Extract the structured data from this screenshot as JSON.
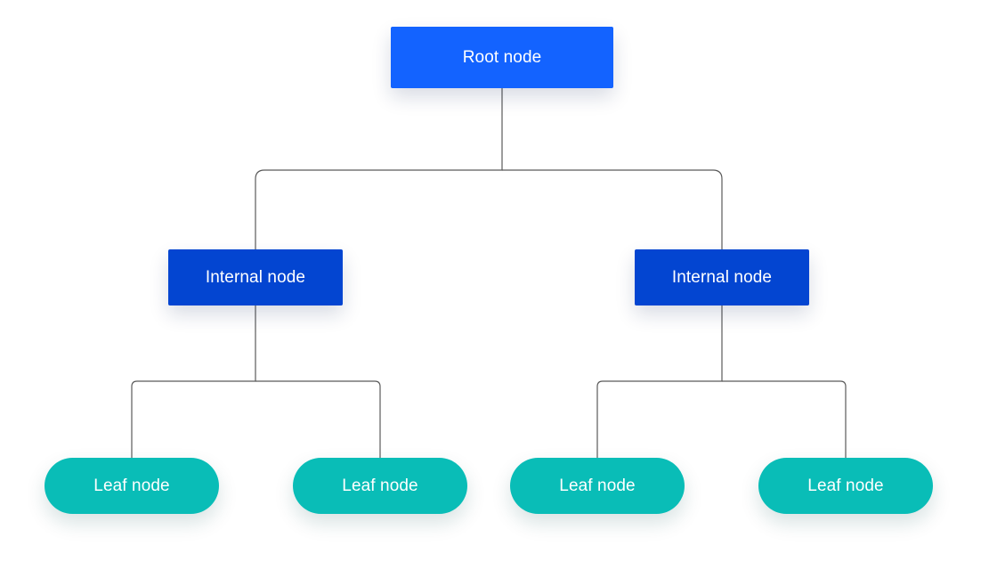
{
  "colors": {
    "root": "#1363ff",
    "internal": "#0345d1",
    "leaf": "#09bdb7",
    "edge": "#5a5a5a"
  },
  "tree": {
    "root": {
      "label": "Root node"
    },
    "internal": [
      {
        "label": "Internal node"
      },
      {
        "label": "Internal node"
      }
    ],
    "leaves": [
      {
        "label": "Leaf node"
      },
      {
        "label": "Leaf node"
      },
      {
        "label": "Leaf node"
      },
      {
        "label": "Leaf node"
      }
    ]
  }
}
